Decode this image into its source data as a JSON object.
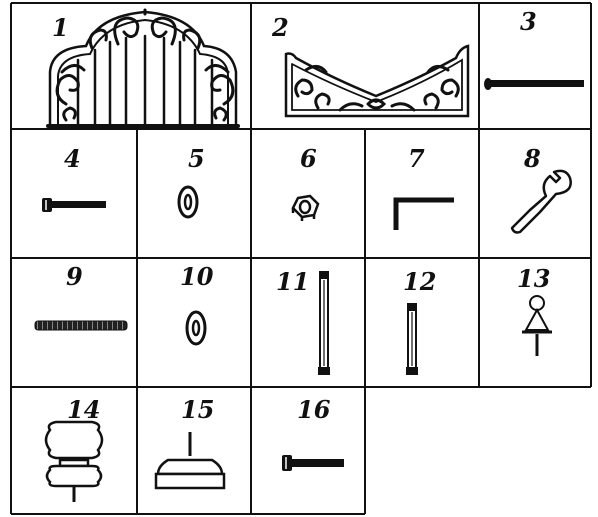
{
  "parts": [
    {
      "number": "1",
      "icon": "headboard-panel-icon"
    },
    {
      "number": "2",
      "icon": "footboard-panel-icon"
    },
    {
      "number": "3",
      "icon": "long-bolt-icon"
    },
    {
      "number": "4",
      "icon": "short-bolt-icon"
    },
    {
      "number": "5",
      "icon": "washer-icon"
    },
    {
      "number": "6",
      "icon": "hex-nut-icon"
    },
    {
      "number": "7",
      "icon": "allen-key-icon"
    },
    {
      "number": "8",
      "icon": "wrench-icon"
    },
    {
      "number": "9",
      "icon": "threaded-rod-icon"
    },
    {
      "number": "10",
      "icon": "washer-icon"
    },
    {
      "number": "11",
      "icon": "long-post-bolt-icon"
    },
    {
      "number": "12",
      "icon": "short-post-bolt-icon"
    },
    {
      "number": "13",
      "icon": "ball-finial-icon"
    },
    {
      "number": "14",
      "icon": "large-finial-icon"
    },
    {
      "number": "15",
      "icon": "post-cap-icon"
    },
    {
      "number": "16",
      "icon": "bolt-icon"
    }
  ]
}
